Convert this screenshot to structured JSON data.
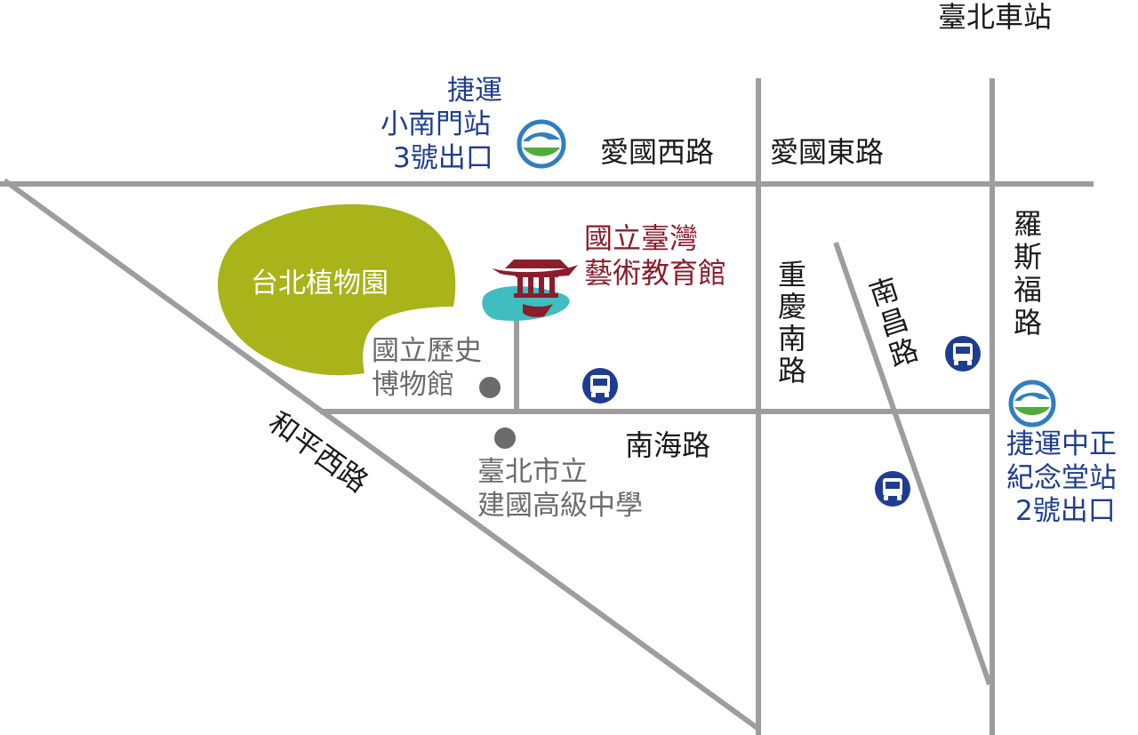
{
  "top": {
    "station": "臺北車站"
  },
  "mrt_north": {
    "line1": "捷運",
    "line2": "小南門站",
    "line3": "3號出口"
  },
  "mrt_east": {
    "line1": "捷運中正",
    "line2": "紀念堂站",
    "line3": "2號出口"
  },
  "roads": {
    "aiguo_west": "愛國西路",
    "aiguo_east": "愛國東路",
    "chongqing_south": [
      "重",
      "慶",
      "南",
      "路"
    ],
    "nanchang": [
      "南",
      "昌",
      "路"
    ],
    "roosevelt": [
      "羅",
      "斯",
      "福",
      "路"
    ],
    "heping_west": "和平西路",
    "nanhai": "南海路"
  },
  "landmarks": {
    "botanical_garden": "台北植物園",
    "history_museum": [
      "國立歷史",
      "博物館"
    ],
    "arts_center": [
      "國立臺灣",
      "藝術教育館"
    ],
    "high_school": [
      "臺北市立",
      "建國高級中學"
    ]
  },
  "colors": {
    "road": "#9d9d9d",
    "mrt_text": "#1e3d8f",
    "landmark_text": "#8b1d2c",
    "park": "#a9b31a",
    "teal": "#3fbdbf",
    "bus": "#1e3d8f",
    "poi_dot": "#6b6b6b"
  },
  "icons": [
    "mrt-logo-icon",
    "bus-stop-icon",
    "pavilion-logo-icon",
    "poi-dot-icon"
  ]
}
